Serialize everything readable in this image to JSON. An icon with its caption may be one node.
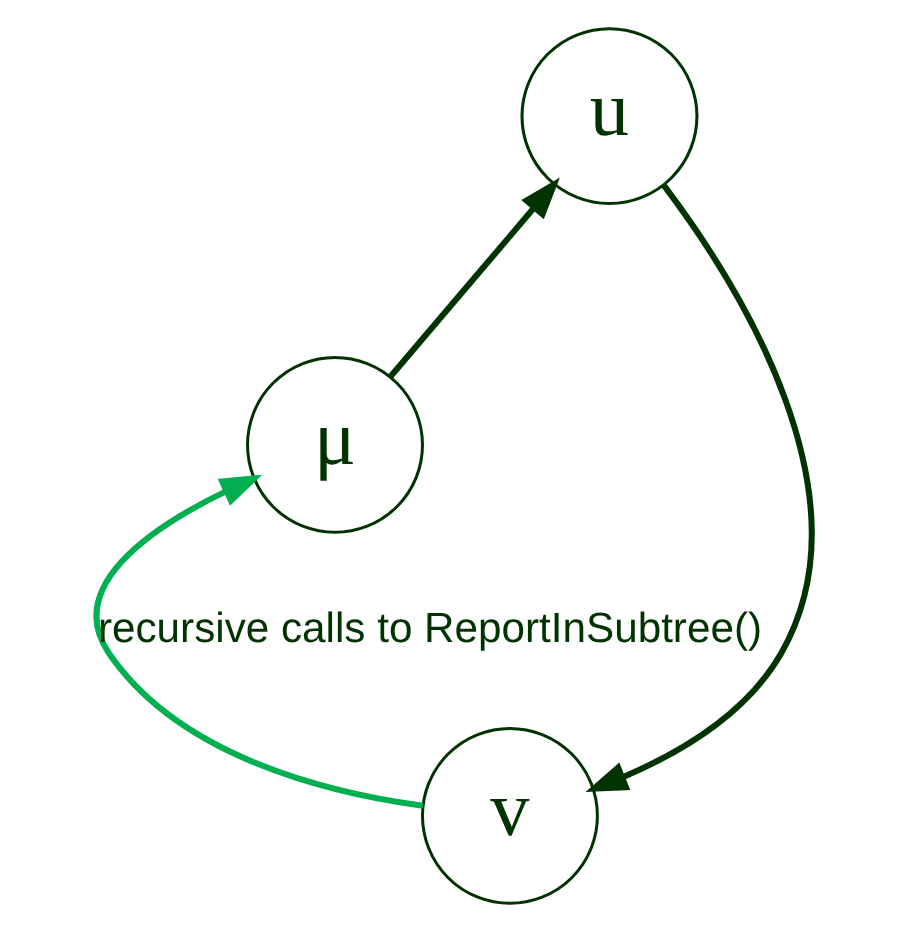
{
  "diagram": {
    "nodes": [
      {
        "text": [
          "v"
        ]
      },
      {
        "text": [
          "u"
        ]
      },
      {
        "text": [
          "μ"
        ]
      }
    ],
    "edges": [
      {
        "from": 2,
        "to": 1,
        "arrow": "to"
      },
      {
        "from": 1,
        "to": 0,
        "arrow": "to"
      },
      {
        "from": 0,
        "to": 2,
        "arrow": "to",
        "label": "recursive calls to ReportInSubtree()",
        "color": "#00b050"
      }
    ]
  }
}
